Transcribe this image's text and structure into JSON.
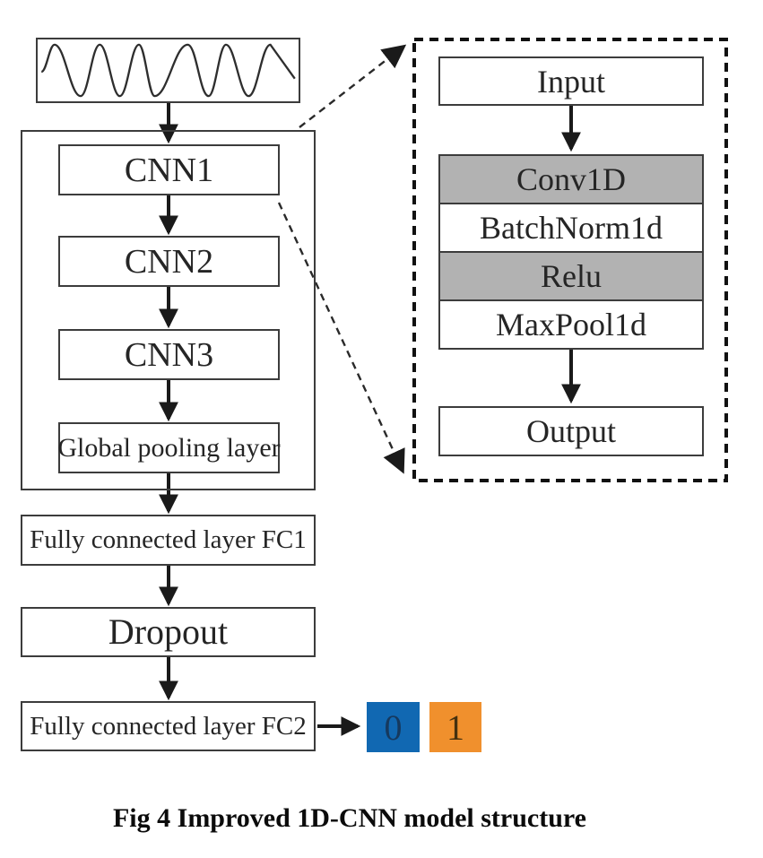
{
  "caption": "Fig 4 Improved 1D-CNN model structure",
  "colors": {
    "class0_bg": "#1168b2",
    "class0_fg": "#16395e",
    "class1_bg": "#f0902d",
    "class1_fg": "#45310f",
    "block_shaded": "#b2b2b2",
    "border": "#3c3c3c",
    "arrow": "#1a1a1a"
  },
  "main_flow": {
    "signal_icon": "sine-waveform",
    "cnn_blocks": [
      {
        "label": "CNN1"
      },
      {
        "label": "CNN2"
      },
      {
        "label": "CNN3"
      },
      {
        "label": "Global pooling layer"
      }
    ],
    "fc1": {
      "label": "Fully connected layer FC1"
    },
    "dropout": {
      "label": "Dropout"
    },
    "fc2": {
      "label": "Fully connected layer FC2"
    },
    "outputs": [
      {
        "label": "0"
      },
      {
        "label": "1"
      }
    ]
  },
  "cnn_detail": {
    "input": {
      "label": "Input"
    },
    "layers": [
      {
        "label": "Conv1D",
        "shaded": true
      },
      {
        "label": "BatchNorm1d",
        "shaded": false
      },
      {
        "label": "Relu",
        "shaded": true
      },
      {
        "label": "MaxPool1d",
        "shaded": false
      }
    ],
    "output": {
      "label": "Output"
    }
  }
}
